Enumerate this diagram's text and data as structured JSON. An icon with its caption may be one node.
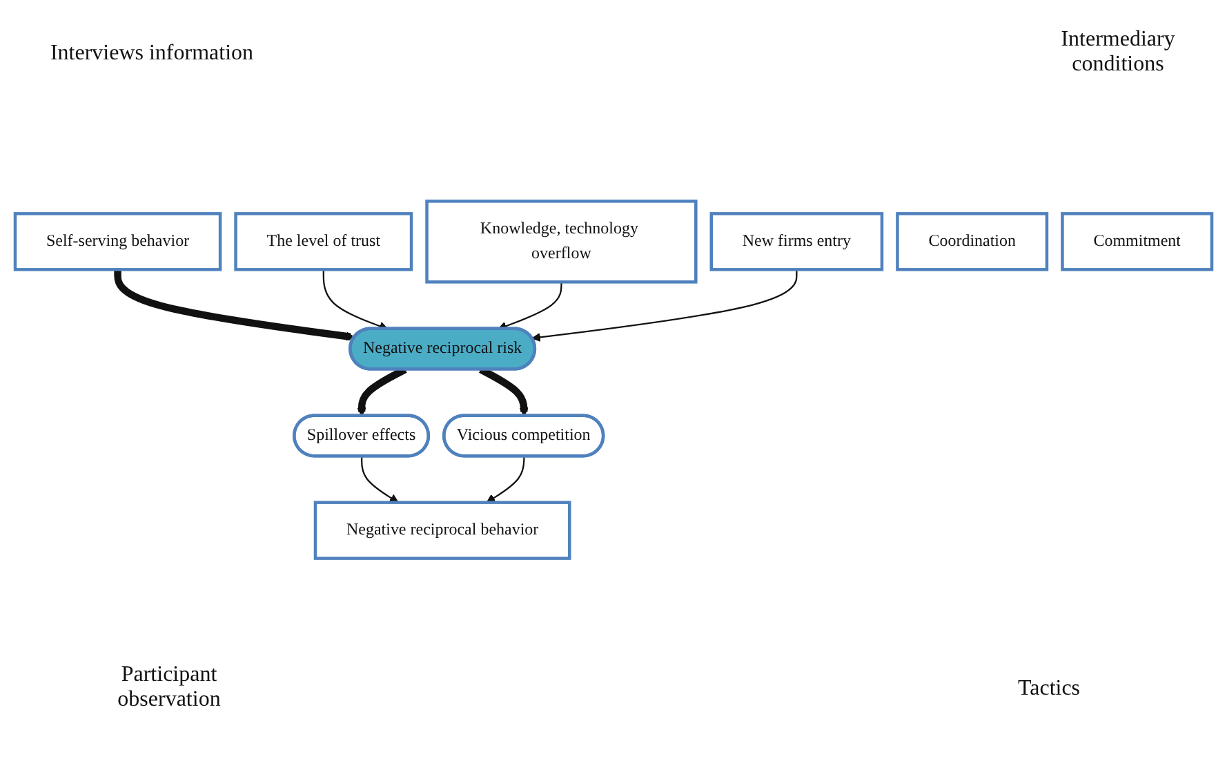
{
  "diagram": {
    "nodes": [
      {
        "text": [
          "Self-serving behavior"
        ]
      },
      {
        "text": [
          "Negative reciprocal risk"
        ]
      },
      {
        "text": [
          "The level of trust"
        ]
      },
      {
        "text": [
          "Knowledge, technology overflow"
        ]
      },
      {
        "text": [
          "New firms entry"
        ]
      },
      {
        "text": [
          "Spillover effects"
        ]
      },
      {
        "text": [
          "Vicious competition"
        ]
      },
      {
        "text": [
          "Coordination"
        ]
      },
      {
        "text": [
          "Commitment"
        ]
      },
      {
        "text": [
          "Negative reciprocal behavior"
        ]
      }
    ],
    "edges": [
      {
        "from": 0,
        "to": 1,
        "arrow": "to",
        "style": "thick"
      },
      {
        "from": 2,
        "to": 1,
        "arrow": "to"
      },
      {
        "from": 3,
        "to": 1,
        "arrow": "to"
      },
      {
        "from": 4,
        "to": 1,
        "arrow": "to"
      },
      {
        "from": 1,
        "to": 5,
        "arrow": "to",
        "style": "thick"
      },
      {
        "from": 1,
        "to": 6,
        "arrow": "to",
        "style": "thick"
      },
      {
        "from": 5,
        "to": 9,
        "arrow": "to"
      },
      {
        "from": 6,
        "to": 9,
        "arrow": "to"
      }
    ],
    "labels": [
      "Intermediary conditions",
      "Interviews information",
      "Participant observation",
      "Tactics"
    ]
  }
}
